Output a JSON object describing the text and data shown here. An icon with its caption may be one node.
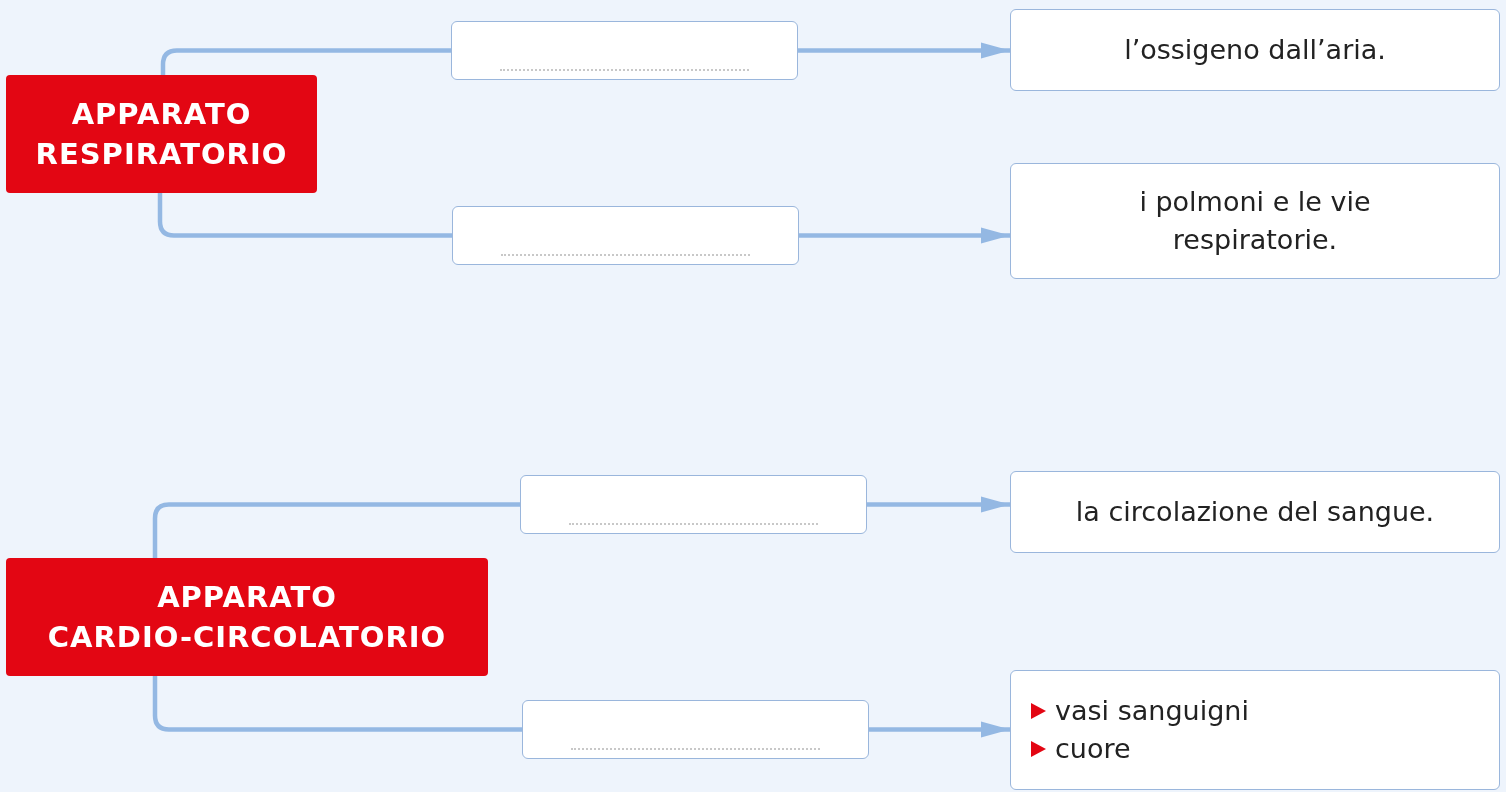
{
  "diagram": {
    "nodes": [
      {
        "text": [
          "APPARATO RESPIRATORIO"
        ]
      },
      {
        "text": [],
        "shape": "box"
      },
      {
        "text": [
          "l’ossigeno dall’aria."
        ]
      },
      {
        "text": [],
        "shape": "box"
      },
      {
        "text": [
          "i polmoni e le vie respiratorie."
        ]
      },
      {
        "text": [
          "APPARATO CARDIO-CIRCOLATORIO"
        ]
      },
      {
        "text": [],
        "shape": "box"
      },
      {
        "text": [
          "la circolazione del sangue."
        ]
      },
      {
        "text": [],
        "shape": "box"
      },
      {
        "text": [
          "vasi sanguigni",
          "cuore"
        ]
      }
    ],
    "edges": [
      {
        "from": 0,
        "to": 1,
        "arrow": "none"
      },
      {
        "from": 1,
        "to": 2,
        "arrow": "to"
      },
      {
        "from": 0,
        "to": 3,
        "arrow": "none"
      },
      {
        "from": 3,
        "to": 4,
        "arrow": "to"
      },
      {
        "from": 5,
        "to": 6,
        "arrow": "none"
      },
      {
        "from": 6,
        "to": 7,
        "arrow": "to"
      },
      {
        "from": 5,
        "to": 8,
        "arrow": "none"
      },
      {
        "from": 8,
        "to": 9,
        "arrow": "to"
      }
    ]
  }
}
